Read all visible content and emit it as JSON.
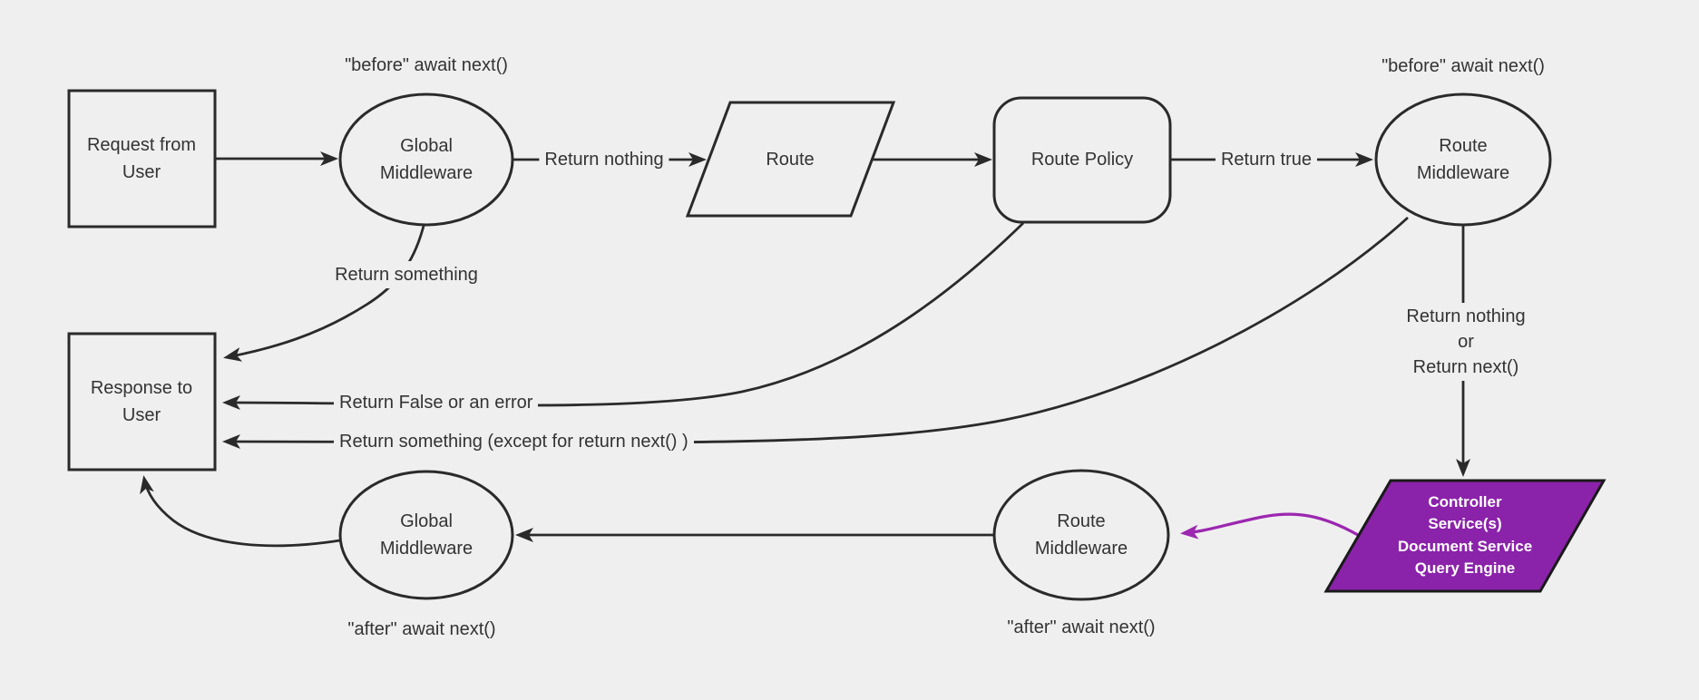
{
  "diagram": {
    "colors": {
      "background": "#efefef",
      "node_fill": "#efefef",
      "node_stroke": "#2a2a2a",
      "text": "#333333",
      "highlight_fill": "#8b22aa",
      "highlight_border": "#1a1a1a",
      "highlight_text": "#ffffff",
      "purple_arrow": "#9c27b0"
    },
    "nodes": {
      "request": {
        "label": "Request from\nUser",
        "shape": "rectangle"
      },
      "global_middleware_top": {
        "label": "Global\nMiddleware",
        "shape": "ellipse"
      },
      "route": {
        "label": "Route",
        "shape": "parallelogram"
      },
      "route_policy": {
        "label": "Route Policy",
        "shape": "rounded-rectangle"
      },
      "route_middleware_top": {
        "label": "Route\nMiddleware",
        "shape": "ellipse"
      },
      "controller": {
        "label": "Controller\nService(s)\nDocument Service\nQuery Engine",
        "shape": "parallelogram"
      },
      "route_middleware_bottom": {
        "label": "Route\nMiddleware",
        "shape": "ellipse"
      },
      "global_middleware_bottom": {
        "label": "Global\nMiddleware",
        "shape": "ellipse"
      },
      "response": {
        "label": "Response to\nUser",
        "shape": "rectangle"
      }
    },
    "edge_labels": {
      "return_nothing": "Return nothing",
      "return_true": "Return true",
      "return_something": "Return something",
      "return_false_error": "Return False or an error",
      "return_something_except": "Return something (except for return next() )",
      "return_nothing_or_next": "Return nothing\nor\nReturn next()"
    },
    "annotations": {
      "before_global": "\"before\" await next()",
      "before_route": "\"before\" await next()",
      "after_route": "\"after\" await next()",
      "after_global": "\"after\" await next()"
    }
  }
}
